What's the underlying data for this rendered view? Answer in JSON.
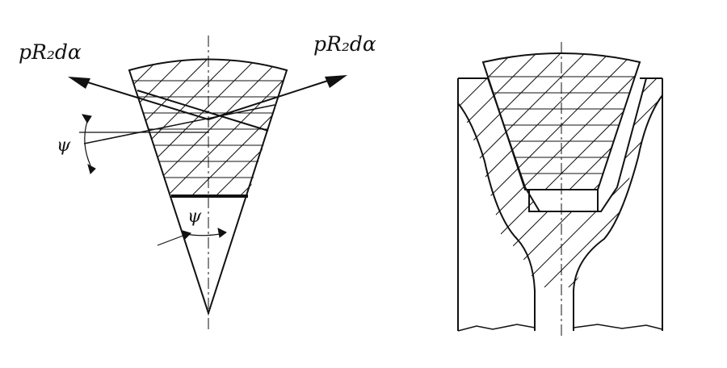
{
  "labels": {
    "force_left": "pR₂dα",
    "force_right": "pR₂dα",
    "angle_upper": "ψ",
    "angle_lower": "ψ"
  },
  "colors": {
    "ink": "#111111",
    "paper": "#ffffff"
  }
}
